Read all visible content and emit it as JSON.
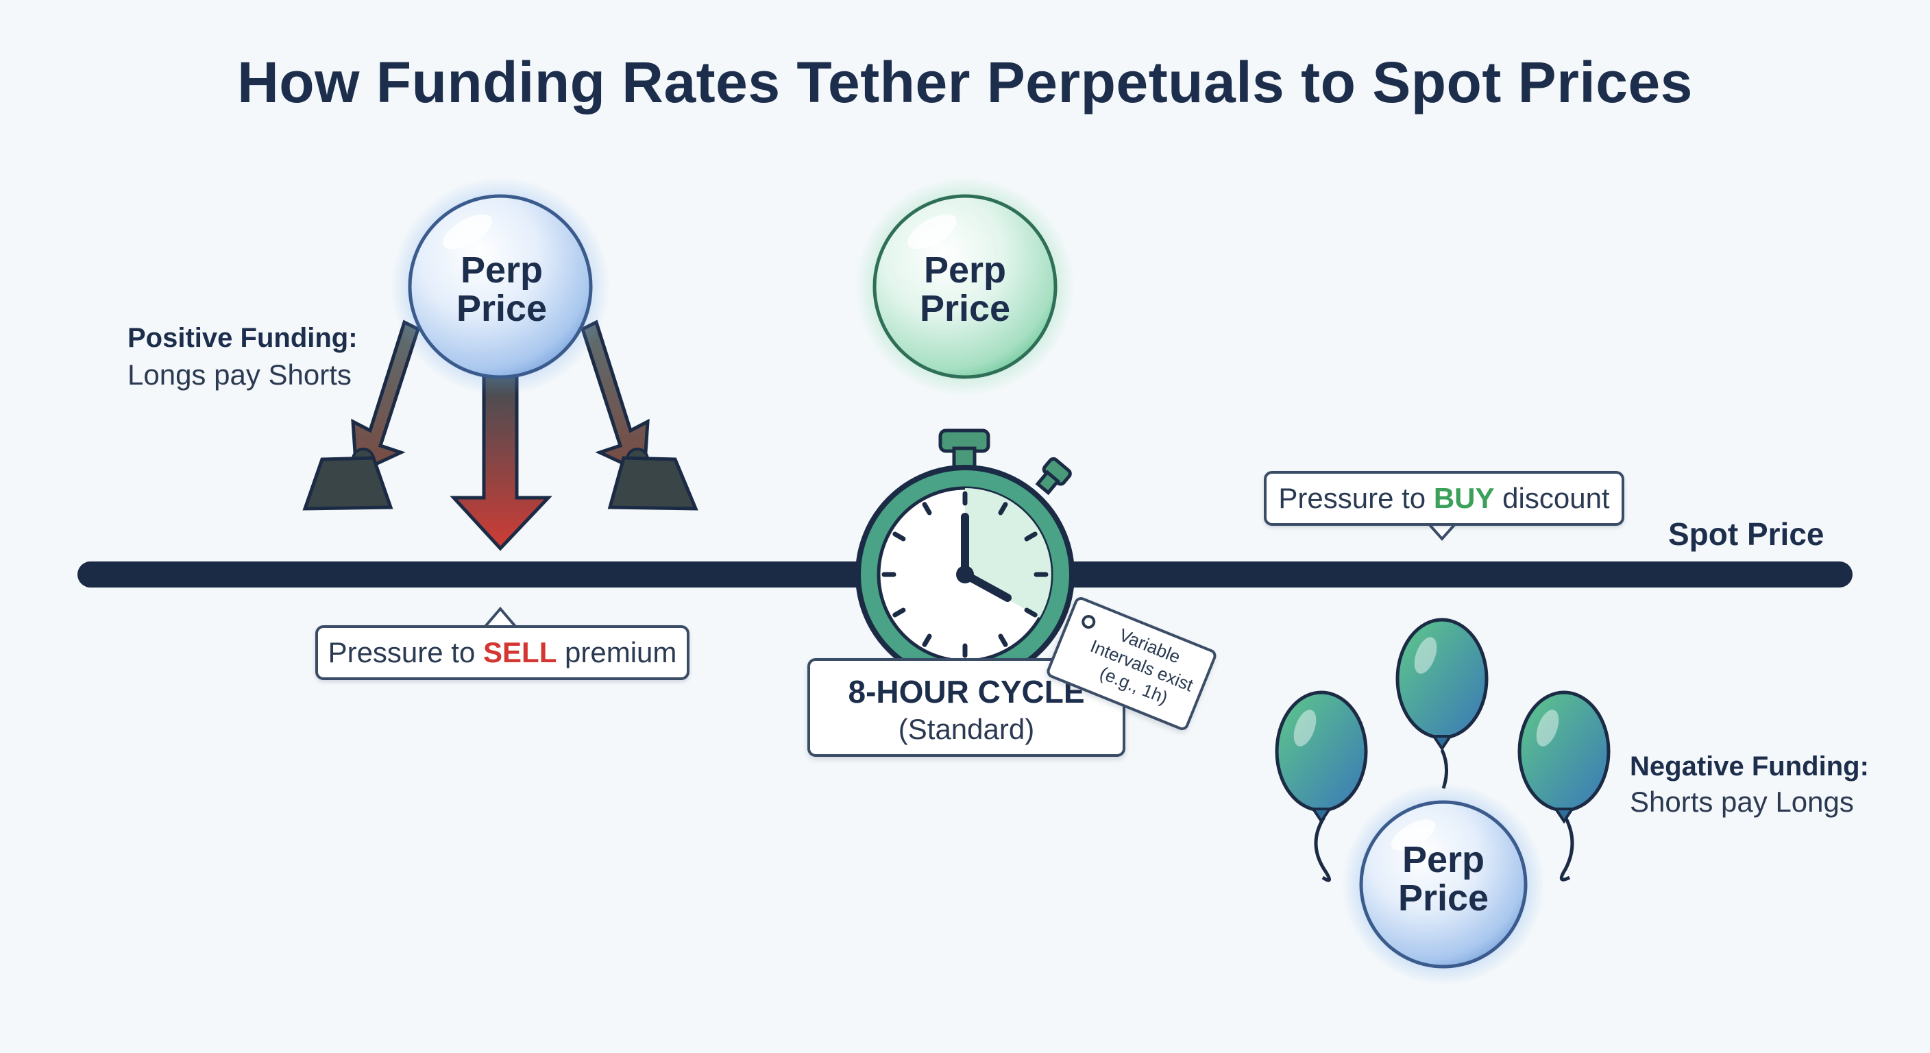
{
  "title": "How Funding Rates Tether Perpetuals to Spot Prices",
  "positive_funding": {
    "heading": "Positive Funding:",
    "sub": "Longs pay Shorts"
  },
  "negative_funding": {
    "heading": "Negative Funding:",
    "sub": "Shorts pay Longs"
  },
  "spot_label": "Spot Price",
  "perp_bubbles": [
    {
      "line1": "Perp",
      "line2": "Price"
    },
    {
      "line1": "Perp",
      "line2": "Price"
    },
    {
      "line1": "Perp",
      "line2": "Price"
    }
  ],
  "callout_sell": {
    "prefix": "Pressure to ",
    "keyword": "SELL",
    "suffix": " premium"
  },
  "callout_buy": {
    "prefix": "Pressure to ",
    "keyword": "BUY",
    "suffix": " discount"
  },
  "cycle": {
    "title": "8-HOUR CYCLE",
    "sub": "(Standard)"
  },
  "tag": {
    "line1": "Variable",
    "line2": "Intervals exist",
    "line3": "(e.g., 1h)"
  },
  "colors": {
    "navy": "#1d2e4c",
    "sell_red": "#d43631",
    "buy_green": "#3aa05a",
    "bubble_blue": "#4f86d6",
    "bubble_green": "#46b97a"
  }
}
